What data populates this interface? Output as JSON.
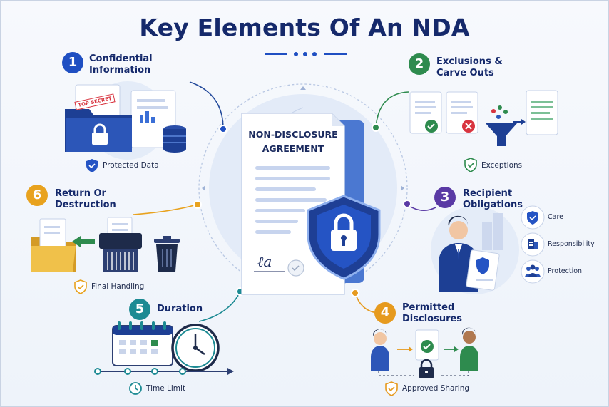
{
  "title": "Key Elements Of An NDA",
  "center": {
    "line1": "NON-DISCLOSURE",
    "line2": "AGREEMENT",
    "signature": "ℓa"
  },
  "sections": [
    {
      "num": "1",
      "title": "Confidential\nInformation",
      "caption": "Protected Data",
      "stamp": "TOP SECRET",
      "color": "#1f4fc2"
    },
    {
      "num": "2",
      "title": "Exclusions &\nCarve Outs",
      "caption": "Exceptions",
      "color": "#2e8b4e"
    },
    {
      "num": "3",
      "title": "Recipient\nObligations",
      "caption": "",
      "items": [
        "Care",
        "Responsibility",
        "Protection"
      ],
      "color": "#5a3aa5"
    },
    {
      "num": "4",
      "title": "Permitted\nDisclosures",
      "caption": "Approved Sharing",
      "color": "#e69a1e"
    },
    {
      "num": "5",
      "title": "Duration",
      "caption": "Time Limit",
      "color": "#1c8a93"
    },
    {
      "num": "6",
      "title": "Return Or\nDestruction",
      "caption": "Final Handling",
      "color": "#e8a21e"
    }
  ],
  "colors": {
    "navy": "#15296b",
    "blue": "#1f4fc2",
    "green": "#2e8b4e",
    "purple": "#5a3aa5",
    "orange": "#e69a1e",
    "teal": "#1c8a93"
  }
}
